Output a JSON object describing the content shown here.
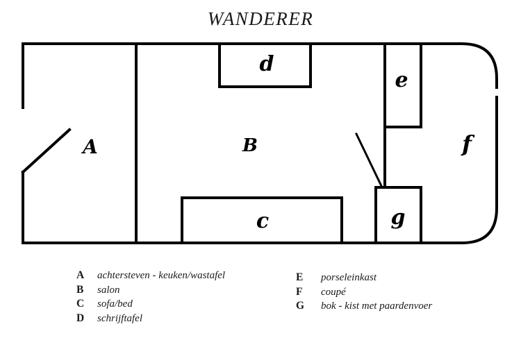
{
  "title": "WANDERER",
  "rooms": {
    "a": "A",
    "b": "B",
    "c": "c",
    "d": "d",
    "e": "e",
    "f": "f",
    "g": "g"
  },
  "legend": {
    "left": [
      {
        "key": "A",
        "text": "achtersteven - keuken/wastafel"
      },
      {
        "key": "B",
        "text": "salon"
      },
      {
        "key": "C",
        "text": "sofa/bed"
      },
      {
        "key": "D",
        "text": "schrijftafel"
      }
    ],
    "right": [
      {
        "key": "E",
        "text": "porseleinkast"
      },
      {
        "key": "F",
        "text": "coupé"
      },
      {
        "key": "G",
        "text": "bok - kist met paardenvoer"
      }
    ]
  },
  "colors": {
    "line": "#000000",
    "background": "#ffffff"
  }
}
